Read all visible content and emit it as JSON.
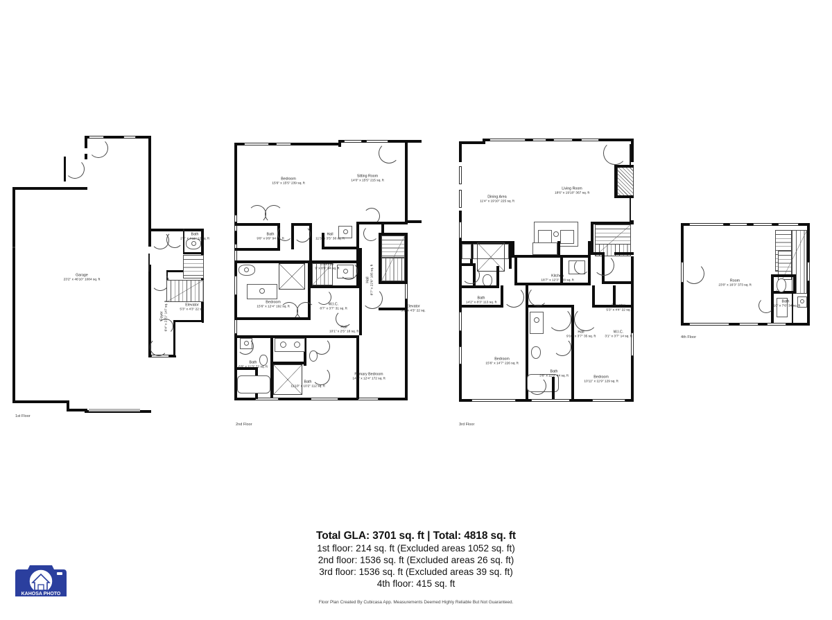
{
  "document": {
    "type": "floor-plan-sheet",
    "background": "#ffffff",
    "ink": "#0d0d0d"
  },
  "summary": {
    "total_line": "Total GLA: 3701 sq. ft | Total: 4818 sq. ft",
    "floor_lines": [
      "1st floor: 214 sq. ft (Excluded areas 1052 sq. ft)",
      "2nd floor: 1536 sq. ft (Excluded areas 26 sq. ft)",
      "3rd floor: 1536 sq. ft (Excluded areas 39 sq. ft)",
      "4th floor: 415 sq. ft"
    ],
    "disclaimer": "Floor Plan Created By Cubicasa App. Measurements Deemed Highly Reliable But Not Guaranteed."
  },
  "logo": {
    "name": "kahosa-photo-logo",
    "wordmark": "KAHOSA PHOTO",
    "color": "#2b3f9e"
  },
  "floors": [
    {
      "id": "floor-1",
      "caption": "1st Floor",
      "rooms": [
        {
          "name": "Garage",
          "dims": "23'2\" x 46'10\" 1084 sq. ft",
          "orient": "h"
        },
        {
          "name": "Bath",
          "dims": "2'4\" x 4'11\" 12 sq. ft",
          "orient": "h"
        },
        {
          "name": "Elevator",
          "dims": "5'3\" x 4'3\" 22 sq.",
          "orient": "h"
        },
        {
          "name": "Foyer",
          "dims": "6'4\" x 23'1\" 147 sq. ft",
          "orient": "v"
        }
      ]
    },
    {
      "id": "floor-2",
      "caption": "2nd Floor",
      "rooms": [
        {
          "name": "Bedroom",
          "dims": "15'6\" x 15'5\" 239 sq. ft",
          "orient": "h"
        },
        {
          "name": "Sitting Room",
          "dims": "14'0\" x 15'5\" 215 sq. ft",
          "orient": "h"
        },
        {
          "name": "Bath",
          "dims": "9'8\" x 9'9\" 94 sq. ft",
          "orient": "h"
        },
        {
          "name": "Hall",
          "dims": "11'3\" x 3'5\" 38 sq. ft",
          "orient": "h"
        },
        {
          "name": "Laundry",
          "dims": "9' x 8'5\" 94 sq. ft",
          "orient": "h"
        },
        {
          "name": "Hall",
          "dims": "8'7\" x 22'6\" 185 sq. ft",
          "orient": "v"
        },
        {
          "name": "Bedroom",
          "dims": "15'6\" x 12'4\" 192 sq. ft",
          "orient": "h"
        },
        {
          "name": "W.I.C.",
          "dims": "8'7\" x 3'7\" 31 sq. ft",
          "orient": "h"
        },
        {
          "name": "Elevator",
          "dims": "5'3\" x 4'3\" 22 sq.",
          "orient": "h"
        },
        {
          "name": "Hall",
          "dims": "10'1\" x 2'5\" 18 sq. ft",
          "orient": "h"
        },
        {
          "name": "Bath",
          "dims": "6'9\" x 11'3\" 72 sq. ft",
          "orient": "h"
        },
        {
          "name": "Bath",
          "dims": "11'10\" x 10'2\" 112 sq. ft",
          "orient": "h"
        },
        {
          "name": "Primary Bedroom",
          "dims": "14'0\" x 12'4\" 172 sq. ft",
          "orient": "h"
        }
      ]
    },
    {
      "id": "floor-3",
      "caption": "3rd Floor",
      "rooms": [
        {
          "name": "Dining Area",
          "dims": "11'4\" x 19'10\" 225 sq. ft",
          "orient": "h"
        },
        {
          "name": "Living Room",
          "dims": "18'6\" x 19'10\" 367 sq. ft",
          "orient": "h"
        },
        {
          "name": "Kitchen",
          "dims": "18'7\" x 12'3\" 228 sq. ft",
          "orient": "h"
        },
        {
          "name": "Bath",
          "dims": "14'2\" x 8'3\" 113 sq. ft",
          "orient": "h"
        },
        {
          "name": "Bedroom",
          "dims": "15'6\" x 14'7\" 226 sq. ft",
          "orient": "h"
        },
        {
          "name": "Hall",
          "dims": "9'10\" x 3'7\" 35 sq. ft",
          "orient": "h"
        },
        {
          "name": "Bath",
          "dims": "3'8\" x 11'9\" 44 sq. ft",
          "orient": "h"
        },
        {
          "name": "Bedroom",
          "dims": "10'11\" x 11'9\" 129 sq. ft",
          "orient": "h"
        },
        {
          "name": "W.I.C.",
          "dims": "3'1\" x 3'7\" 14 sq. ft",
          "orient": "h"
        },
        {
          "name": "Elevator",
          "dims": "5'3\" x 4'4\" 22 sq.",
          "orient": "h"
        }
      ]
    },
    {
      "id": "floor-4",
      "caption": "4th Floor",
      "rooms": [
        {
          "name": "Room",
          "dims": "23'0\" x 16'3\" 373 sq. ft",
          "orient": "h"
        },
        {
          "name": "Bath",
          "dims": "6'10\" x 7'6\" 34 sq. ft",
          "orient": "h"
        }
      ]
    }
  ]
}
